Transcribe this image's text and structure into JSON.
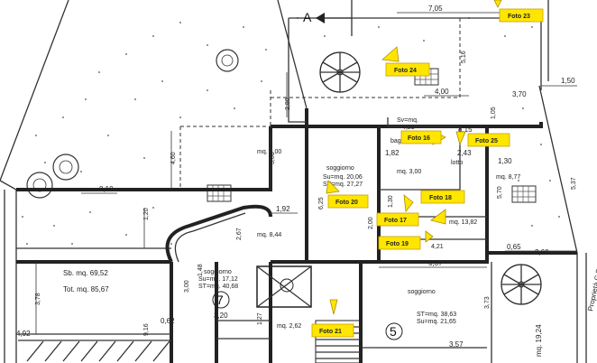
{
  "section_marker": "A",
  "property_label": "Proprietà C.D. Immobiliare Parcheggio",
  "foto_labels": {
    "f23": "Foto 23",
    "f24": "Foto 24",
    "f16": "Foto 16",
    "f25": "Foto 25",
    "f20": "Foto 20",
    "f18": "Foto 18",
    "f17": "Foto 17",
    "f19": "Foto 19",
    "f21": "Foto 21"
  },
  "room_labels": {
    "mq_3_00_left": "mq. 3,00",
    "mq_3_00_center": "mq. 3,00",
    "soggiorno_upper_name": "soggiorno",
    "soggiorno_upper_su": "Su=mq. 20,06",
    "soggiorno_upper_st": "ST=mq. 27,27",
    "mq_8_44": "mq. 8,44",
    "mq_13_82": "mq. 13,82",
    "mq_8_77": "mq. 8,77",
    "sb": "Sb. mq. 69,52",
    "tot": "Tot. mq. 85,67",
    "soggiorno_lower_name": "soggiorno",
    "soggiorno_lower_su": "Su=mq. 17,12",
    "soggiorno_lower_st": "ST=mq. 40,68",
    "soggiorno_right_name": "soggiorno",
    "soggiorno_right_st": "ST=mq. 38,63",
    "soggiorno_right_su": "Su=mq. 21,65",
    "mq_2_62": "mq. 2,62",
    "mq_19_24": "mq. 19,24",
    "lotto": "lotto",
    "bagno": "bagno",
    "sv_mq": "Sv=mq.",
    "sv_val": "4,21",
    "mq_4_21": "4,21"
  },
  "room_numbers": {
    "r7": "7",
    "r5": "5"
  },
  "dimensions": {
    "d_7_05": "7,05",
    "d_1_50": "1,50",
    "d_3_70": "3,70",
    "d_4_00": "4,00",
    "d_2_80": "2,80",
    "d_3_00": "3,00",
    "d_4_60": "4,60",
    "d_8_10": "8,10",
    "d_1_92": "1,92",
    "d_2_67": "2,67",
    "d_3_00b": "3,00",
    "d_1_20": "1,20",
    "d_1_30": "1,30",
    "d_2_43": "2,43",
    "d_1_82": "1,82",
    "d_6_25": "6,25",
    "d_5_70": "5,70",
    "d_0_65": "0,65",
    "d_3_60": "3,60",
    "d_6_37": "6,37",
    "d_3_73": "3,73",
    "d_3_20": "3,20",
    "d_1_27": "1,27",
    "d_0_62": "0,62",
    "d_3_57": "3,57",
    "d_2_00": "2,00",
    "d_1_30b": "1,30",
    "d_1_48": "1,48",
    "d_3_78": "3,78",
    "d_4_92": "4,92",
    "d_9_16": "9,16",
    "d_1_05": "1,05",
    "d_5_16": "5,16",
    "d_8_15": "8,15",
    "d_5_37": "5,37"
  }
}
